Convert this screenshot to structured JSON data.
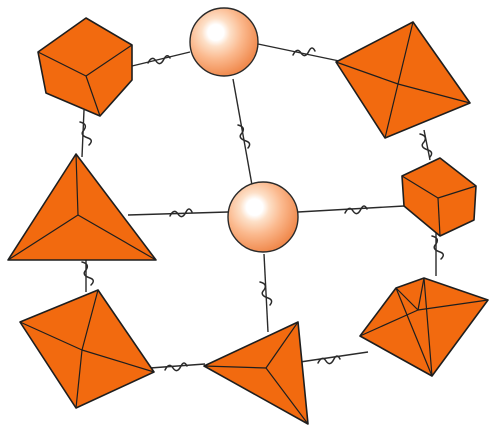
{
  "colors": {
    "polyhedron_fill": "#f26a0f",
    "polyhedron_shade": "#d9580a",
    "node_outer": "#f4a070",
    "node_mid": "#fbc9a3",
    "node_highlight": "#ffffff",
    "connector": "#2a2a2a",
    "background": "#ffffff"
  },
  "nodes": [
    {
      "id": "sphere-top",
      "kind": "sphere"
    },
    {
      "id": "sphere-center",
      "kind": "sphere"
    },
    {
      "id": "cube-top-left",
      "kind": "cube"
    },
    {
      "id": "octahedron-top-right",
      "kind": "octahedron"
    },
    {
      "id": "tetrahedron-mid-left",
      "kind": "tetrahedron"
    },
    {
      "id": "cube-mid-right",
      "kind": "cube"
    },
    {
      "id": "octahedron-bottom-left",
      "kind": "octahedron"
    },
    {
      "id": "tetrahedron-bottom-center",
      "kind": "tetrahedron"
    },
    {
      "id": "bipyramid-bottom-right",
      "kind": "pentagonal-bipyramid"
    }
  ],
  "links": [
    {
      "from": "cube-top-left",
      "to": "sphere-top"
    },
    {
      "from": "sphere-top",
      "to": "octahedron-top-right"
    },
    {
      "from": "sphere-top",
      "to": "sphere-center"
    },
    {
      "from": "cube-top-left",
      "to": "tetrahedron-mid-left"
    },
    {
      "from": "octahedron-top-right",
      "to": "cube-mid-right"
    },
    {
      "from": "tetrahedron-mid-left",
      "to": "sphere-center"
    },
    {
      "from": "sphere-center",
      "to": "cube-mid-right"
    },
    {
      "from": "tetrahedron-mid-left",
      "to": "octahedron-bottom-left"
    },
    {
      "from": "cube-mid-right",
      "to": "bipyramid-bottom-right"
    },
    {
      "from": "sphere-center",
      "to": "tetrahedron-bottom-center"
    },
    {
      "from": "octahedron-bottom-left",
      "to": "tetrahedron-bottom-center"
    },
    {
      "from": "tetrahedron-bottom-center",
      "to": "bipyramid-bottom-right"
    }
  ]
}
